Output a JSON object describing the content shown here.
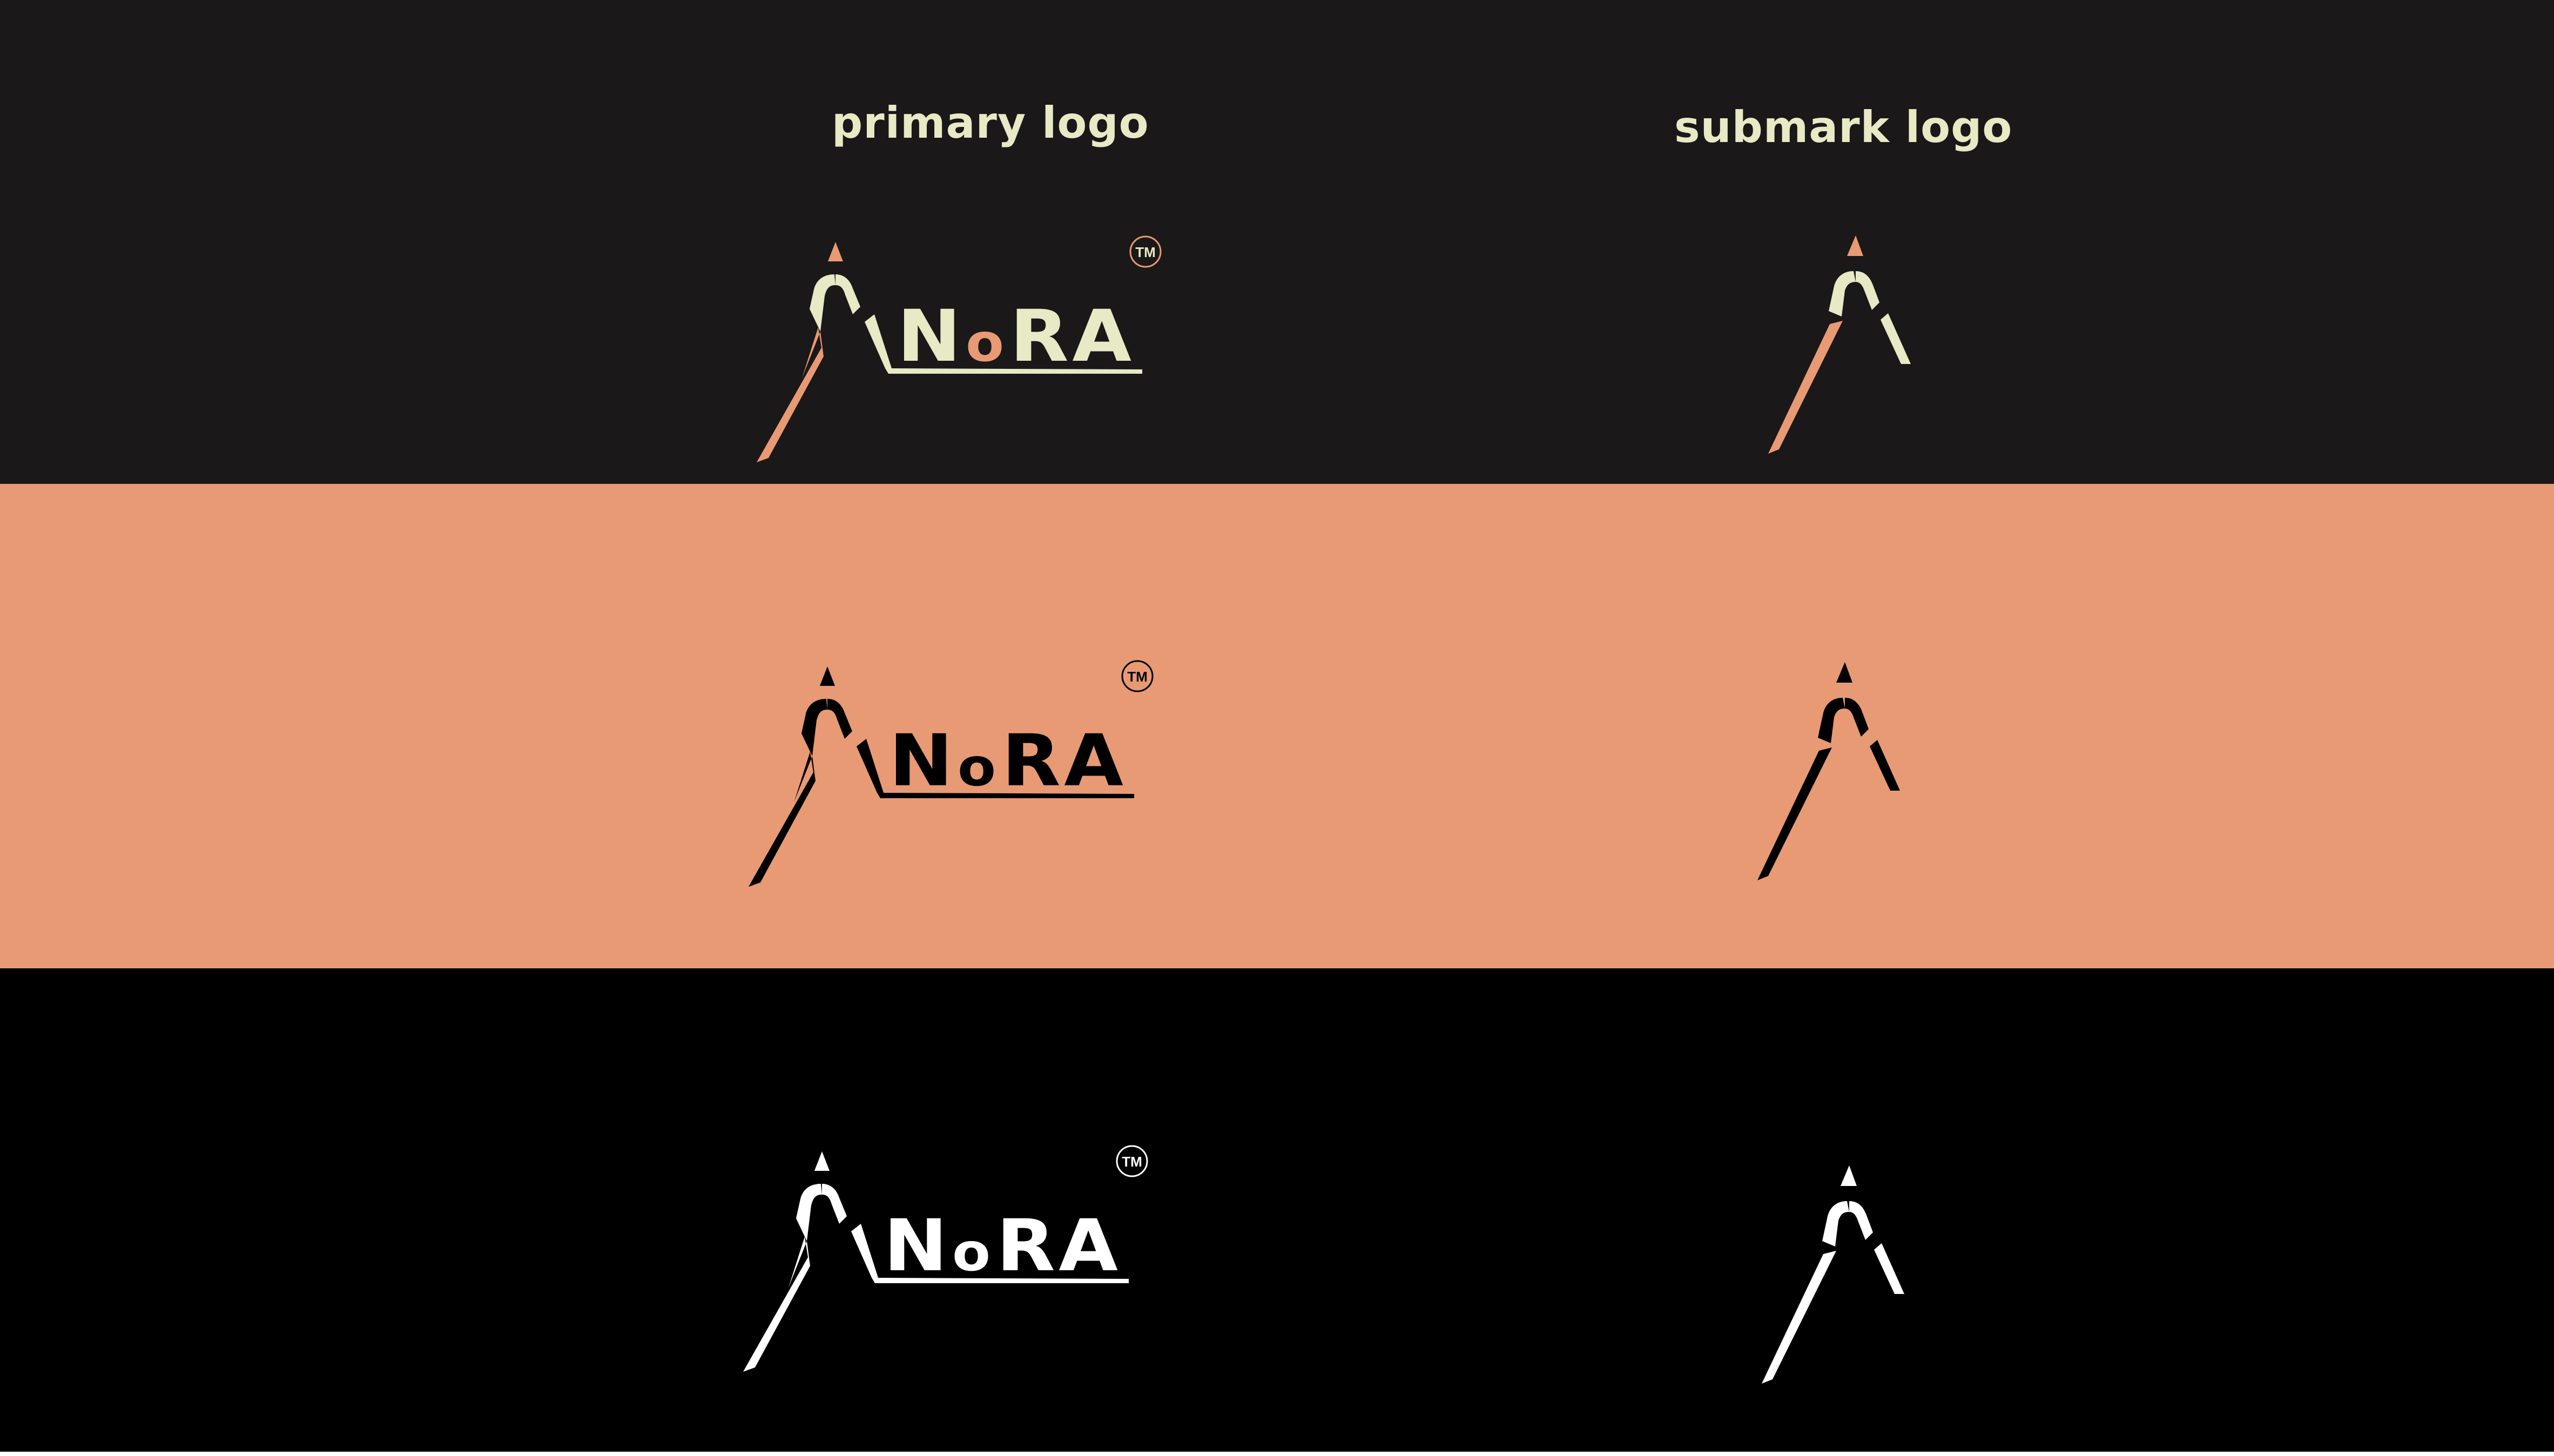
{
  "headings": {
    "primary": "primary logo",
    "submark": "submark logo"
  },
  "logo_text": {
    "letters": [
      "N",
      "o",
      "R",
      "A"
    ],
    "trademark": "TM"
  },
  "colors": {
    "charcoal": "#1b1819",
    "peach": "#e89a74",
    "black": "#000000",
    "cream": "#e8e9c5",
    "white": "#ffffff"
  },
  "rows": [
    {
      "name": "dark",
      "background": "#1b1819",
      "heading_color": "#e8e9c5",
      "primary": {
        "accent": "#e89a74",
        "main": "#e8e9c5",
        "o": "#e89a74",
        "tm": "#e8e9c5",
        "tm_ring": "#e89a74"
      },
      "submark": {
        "apex": "#e89a74",
        "leg": "#e89a74",
        "upper": "#e8e9c5",
        "right": "#e8e9c5"
      }
    },
    {
      "name": "peach",
      "background": "#e89a74",
      "heading_color": "#000000",
      "primary": {
        "accent": "#000000",
        "main": "#000000",
        "o": "#000000",
        "tm": "#000000",
        "tm_ring": "#000000"
      },
      "submark": {
        "apex": "#000000",
        "leg": "#000000",
        "upper": "#000000",
        "right": "#000000"
      }
    },
    {
      "name": "black",
      "background": "#000000",
      "heading_color": "#ffffff",
      "primary": {
        "accent": "#ffffff",
        "main": "#ffffff",
        "o": "#ffffff",
        "tm": "#ffffff",
        "tm_ring": "#ffffff"
      },
      "submark": {
        "apex": "#ffffff",
        "leg": "#ffffff",
        "upper": "#ffffff",
        "right": "#ffffff"
      }
    }
  ]
}
